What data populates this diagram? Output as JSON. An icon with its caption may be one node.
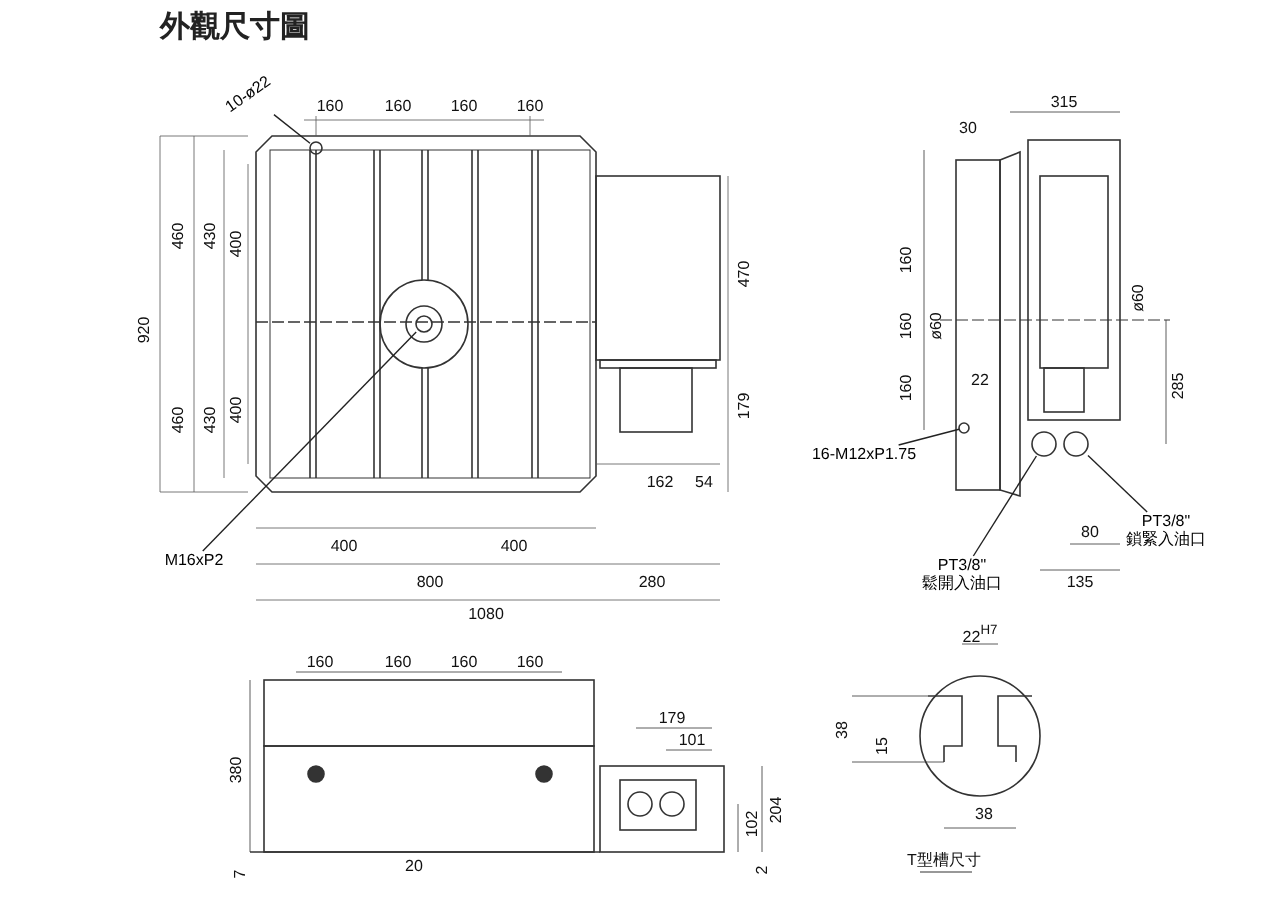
{
  "diagram": {
    "title": "外觀尺寸圖",
    "nodes": [
      {
        "text": [
          "10-ø22"
        ]
      },
      {
        "text": [
          "M16xP2"
        ]
      },
      {
        "text": [
          "16-M12xP1.75"
        ]
      },
      {
        "text": [
          "PT3/8\"",
          "鬆開入油口"
        ]
      },
      {
        "text": [
          "PT3/8\"",
          "鎖緊入油口"
        ]
      },
      {
        "text": [],
        "shape": "circle"
      },
      {
        "text": [],
        "shape": "circle"
      },
      {
        "text": [],
        "shape": "circle"
      },
      {
        "text": [],
        "shape": "circle"
      },
      {
        "text": [],
        "shape": "circle"
      }
    ],
    "edges": [
      {
        "from": 0,
        "to": 5,
        "arrow": "none"
      },
      {
        "from": 1,
        "to": 6,
        "arrow": "none"
      },
      {
        "from": 2,
        "to": 7,
        "arrow": "none"
      },
      {
        "from": 3,
        "to": 8,
        "arrow": "none"
      },
      {
        "from": 4,
        "to": 9,
        "arrow": "none"
      }
    ],
    "labels": [
      "160",
      "160",
      "160",
      "160",
      "460",
      "430",
      "400",
      "920",
      "460",
      "430",
      "400",
      "470",
      "179",
      "162",
      "54",
      "400",
      "400",
      "800",
      "280",
      "1080",
      "315",
      "30",
      "160",
      "160",
      "ø60",
      "160",
      "22",
      "ø60",
      "285",
      "80",
      "135",
      "160",
      "160",
      "160",
      "160",
      "380",
      "179",
      "101",
      "204",
      "102",
      "7",
      "20",
      "2",
      "22$^{H7}$",
      "38",
      "15",
      "38",
      "T型槽尺寸"
    ]
  }
}
